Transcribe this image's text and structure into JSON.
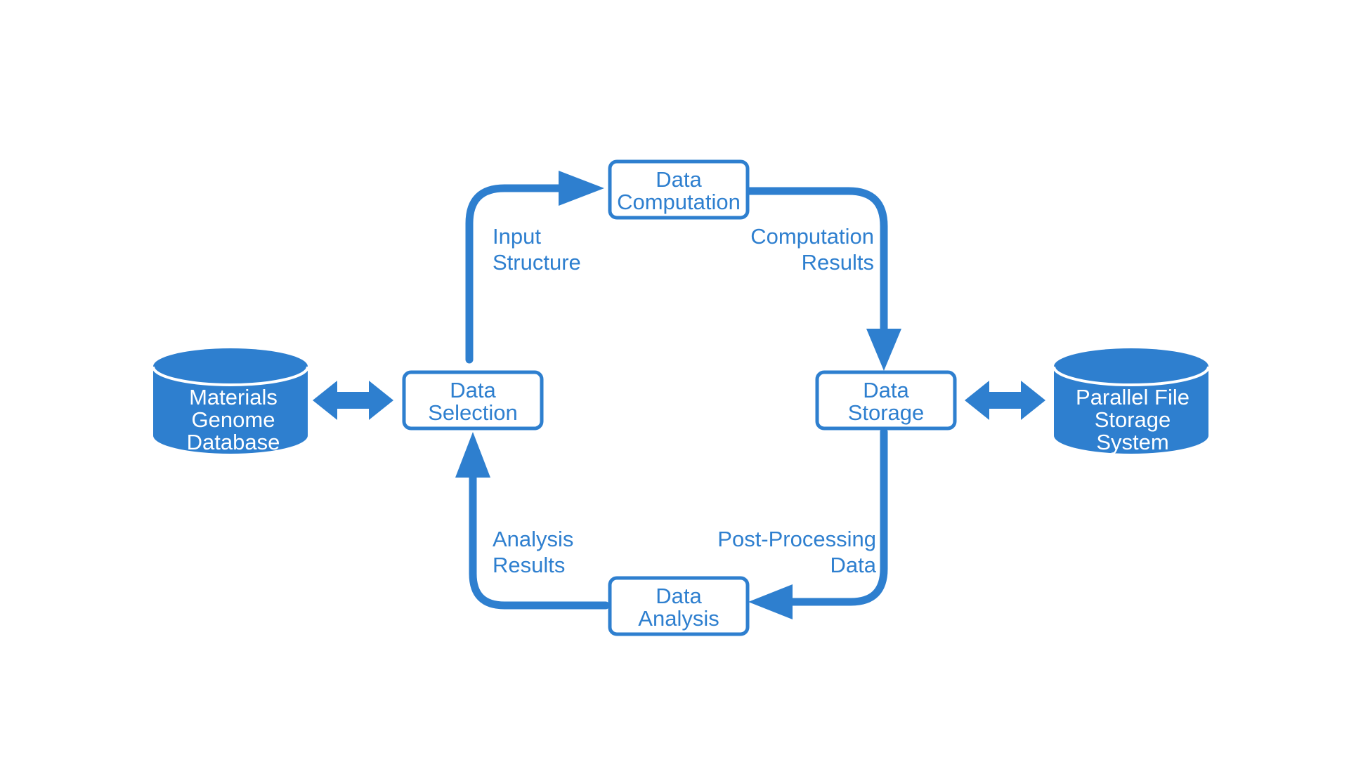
{
  "colors": {
    "accent": "#2e7fcf",
    "background": "#ffffff"
  },
  "nodes": {
    "computation": {
      "line1": "Data",
      "line2": "Computation"
    },
    "selection": {
      "line1": "Data",
      "line2": "Selection"
    },
    "storage": {
      "line1": "Data",
      "line2": "Storage"
    },
    "analysis": {
      "line1": "Data",
      "line2": "Analysis"
    }
  },
  "databases": {
    "materials": {
      "line1": "Materials",
      "line2": "Genome",
      "line3": "Database"
    },
    "parallel": {
      "line1": "Parallel File",
      "line2": "Storage",
      "line3": "System"
    }
  },
  "edges": {
    "input_structure": {
      "line1": "Input",
      "line2": "Structure"
    },
    "computation_results": {
      "line1": "Computation",
      "line2": "Results"
    },
    "post_processing": {
      "line1": "Post-Processing",
      "line2": "Data"
    },
    "analysis_results": {
      "line1": "Analysis",
      "line2": "Results"
    }
  }
}
